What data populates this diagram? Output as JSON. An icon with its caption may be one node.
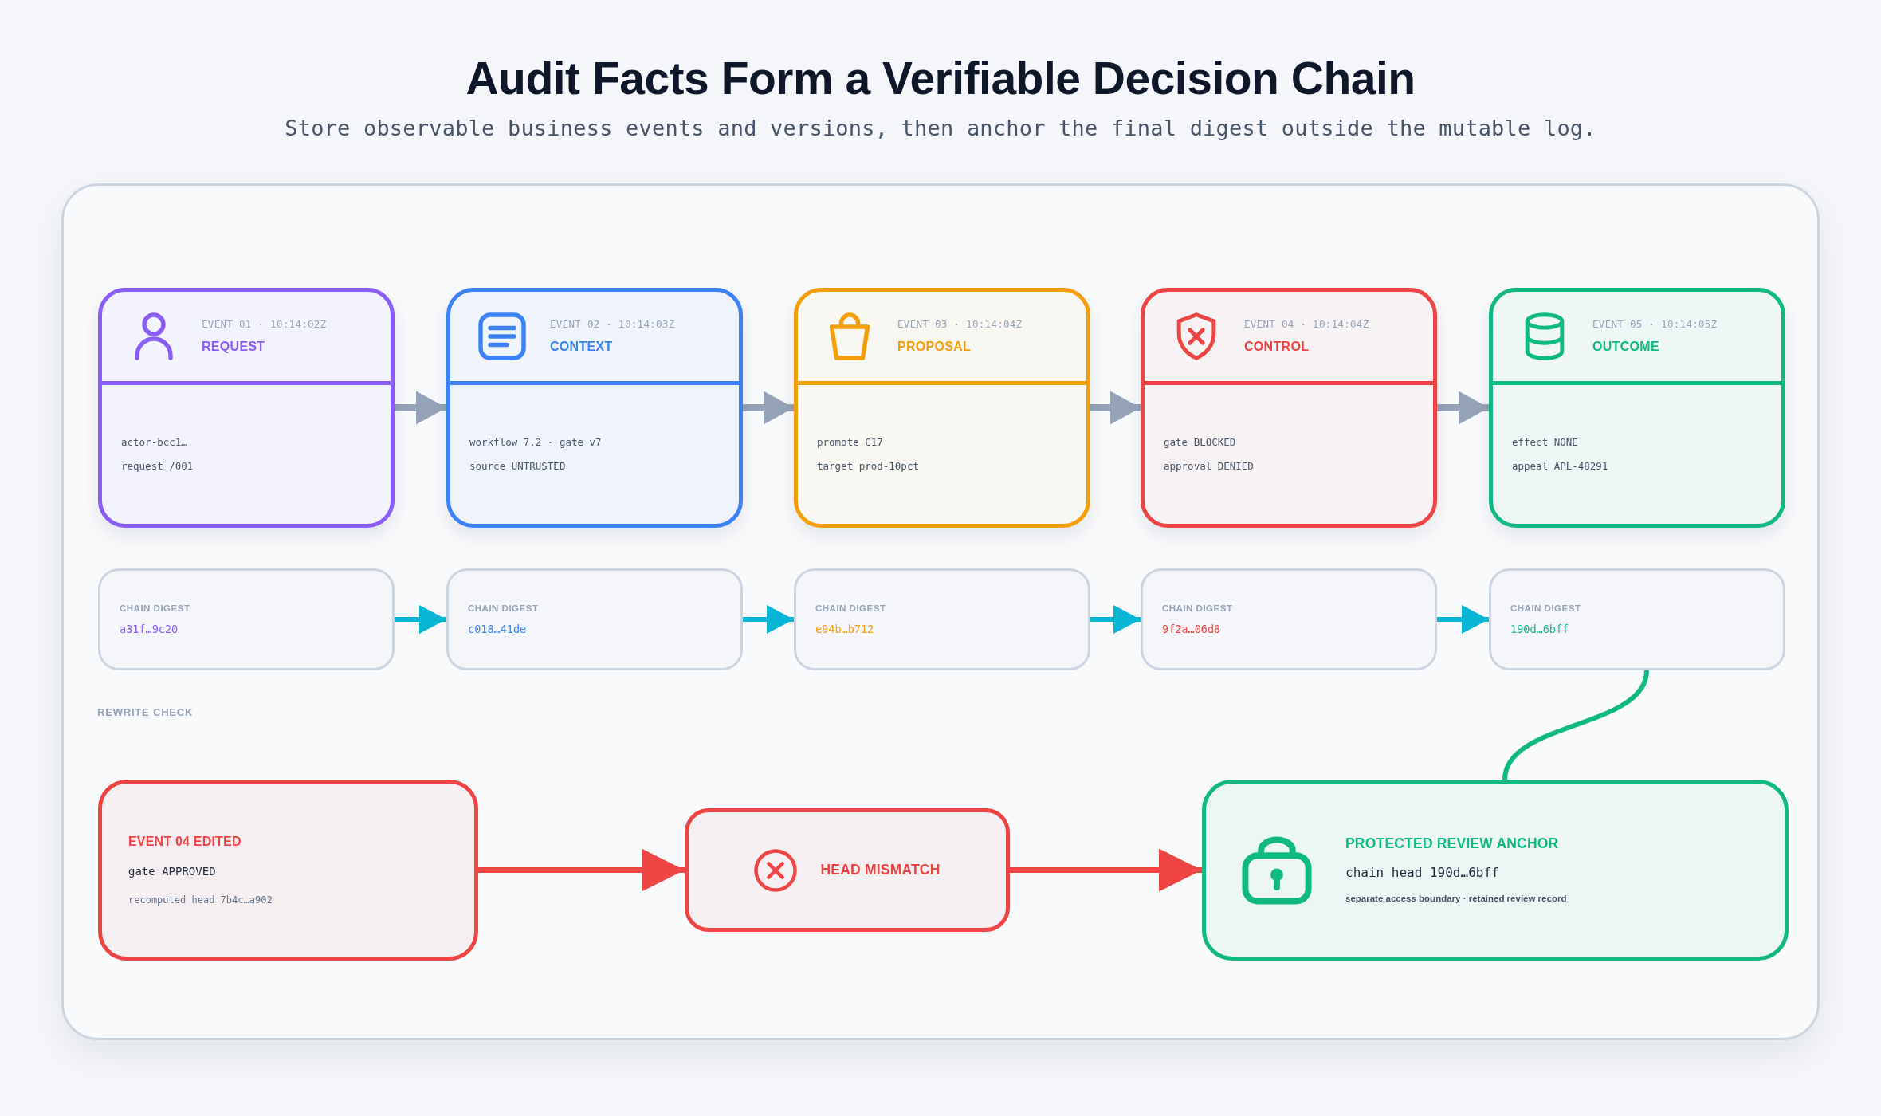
{
  "diagram": {
    "title": "Audit Facts Form a Verifiable Decision Chain",
    "nodes": [
      {
        "text": [
          "EVENT 01 · 10:14:02Z",
          "REQUEST",
          "actor-bcc1…",
          "request /001"
        ]
      },
      {
        "text": [
          "EVENT 02 · 10:14:03Z",
          "CONTEXT",
          "workflow 7.2 · gate v7",
          "source UNTRUSTED"
        ]
      },
      {
        "text": [
          "EVENT 03 · 10:14:04Z",
          "PROPOSAL",
          "promote C17",
          "target prod-10pct"
        ]
      },
      {
        "text": [
          "EVENT 04 · 10:14:04Z",
          "CONTROL",
          "gate BLOCKED",
          "approval DENIED"
        ]
      },
      {
        "text": [
          "EVENT 05 · 10:14:05Z",
          "OUTCOME",
          "effect NONE",
          "appeal APL-48291"
        ]
      },
      {
        "text": [
          "CHAIN DIGEST",
          "a31f…9c20"
        ]
      },
      {
        "text": [
          "CHAIN DIGEST",
          "c018…41de"
        ]
      },
      {
        "text": [
          "CHAIN DIGEST",
          "e94b…b712"
        ]
      },
      {
        "text": [
          "CHAIN DIGEST",
          "9f2a…06d8"
        ]
      },
      {
        "text": [
          "CHAIN DIGEST",
          "190d…6bff"
        ]
      },
      {
        "text": [
          "EVENT 04 EDITED",
          "gate APPROVED",
          "recomputed head 7b4c…a902"
        ]
      },
      {
        "text": [
          "HEAD MISMATCH"
        ]
      },
      {
        "text": [
          "PROTECTED REVIEW ANCHOR",
          "chain head 190d…6bff",
          "separate access boundary · retained review record"
        ]
      }
    ],
    "edges": [
      {
        "from": 0,
        "to": 1,
        "arrow": "to"
      },
      {
        "from": 1,
        "to": 2,
        "arrow": "to"
      },
      {
        "from": 2,
        "to": 3,
        "arrow": "to"
      },
      {
        "from": 3,
        "to": 4,
        "arrow": "to"
      },
      {
        "from": 5,
        "to": 6,
        "arrow": "to",
        "color": "#06b6d4"
      },
      {
        "from": 6,
        "to": 7,
        "arrow": "to",
        "color": "#06b6d4"
      },
      {
        "from": 7,
        "to": 8,
        "arrow": "to",
        "color": "#06b6d4"
      },
      {
        "from": 8,
        "to": 9,
        "arrow": "to",
        "color": "#06b6d4"
      },
      {
        "from": 9,
        "to": 12,
        "arrow": "none",
        "color": "#10b981"
      },
      {
        "from": 10,
        "to": 11,
        "arrow": "to",
        "color": "#ef4444"
      },
      {
        "from": 11,
        "to": 12,
        "arrow": "to",
        "color": "#ef4444"
      }
    ],
    "labels": [
      "Store observable business events and versions, then anchor the final digest outside the mutable log.",
      "REWRITE CHECK"
    ]
  }
}
